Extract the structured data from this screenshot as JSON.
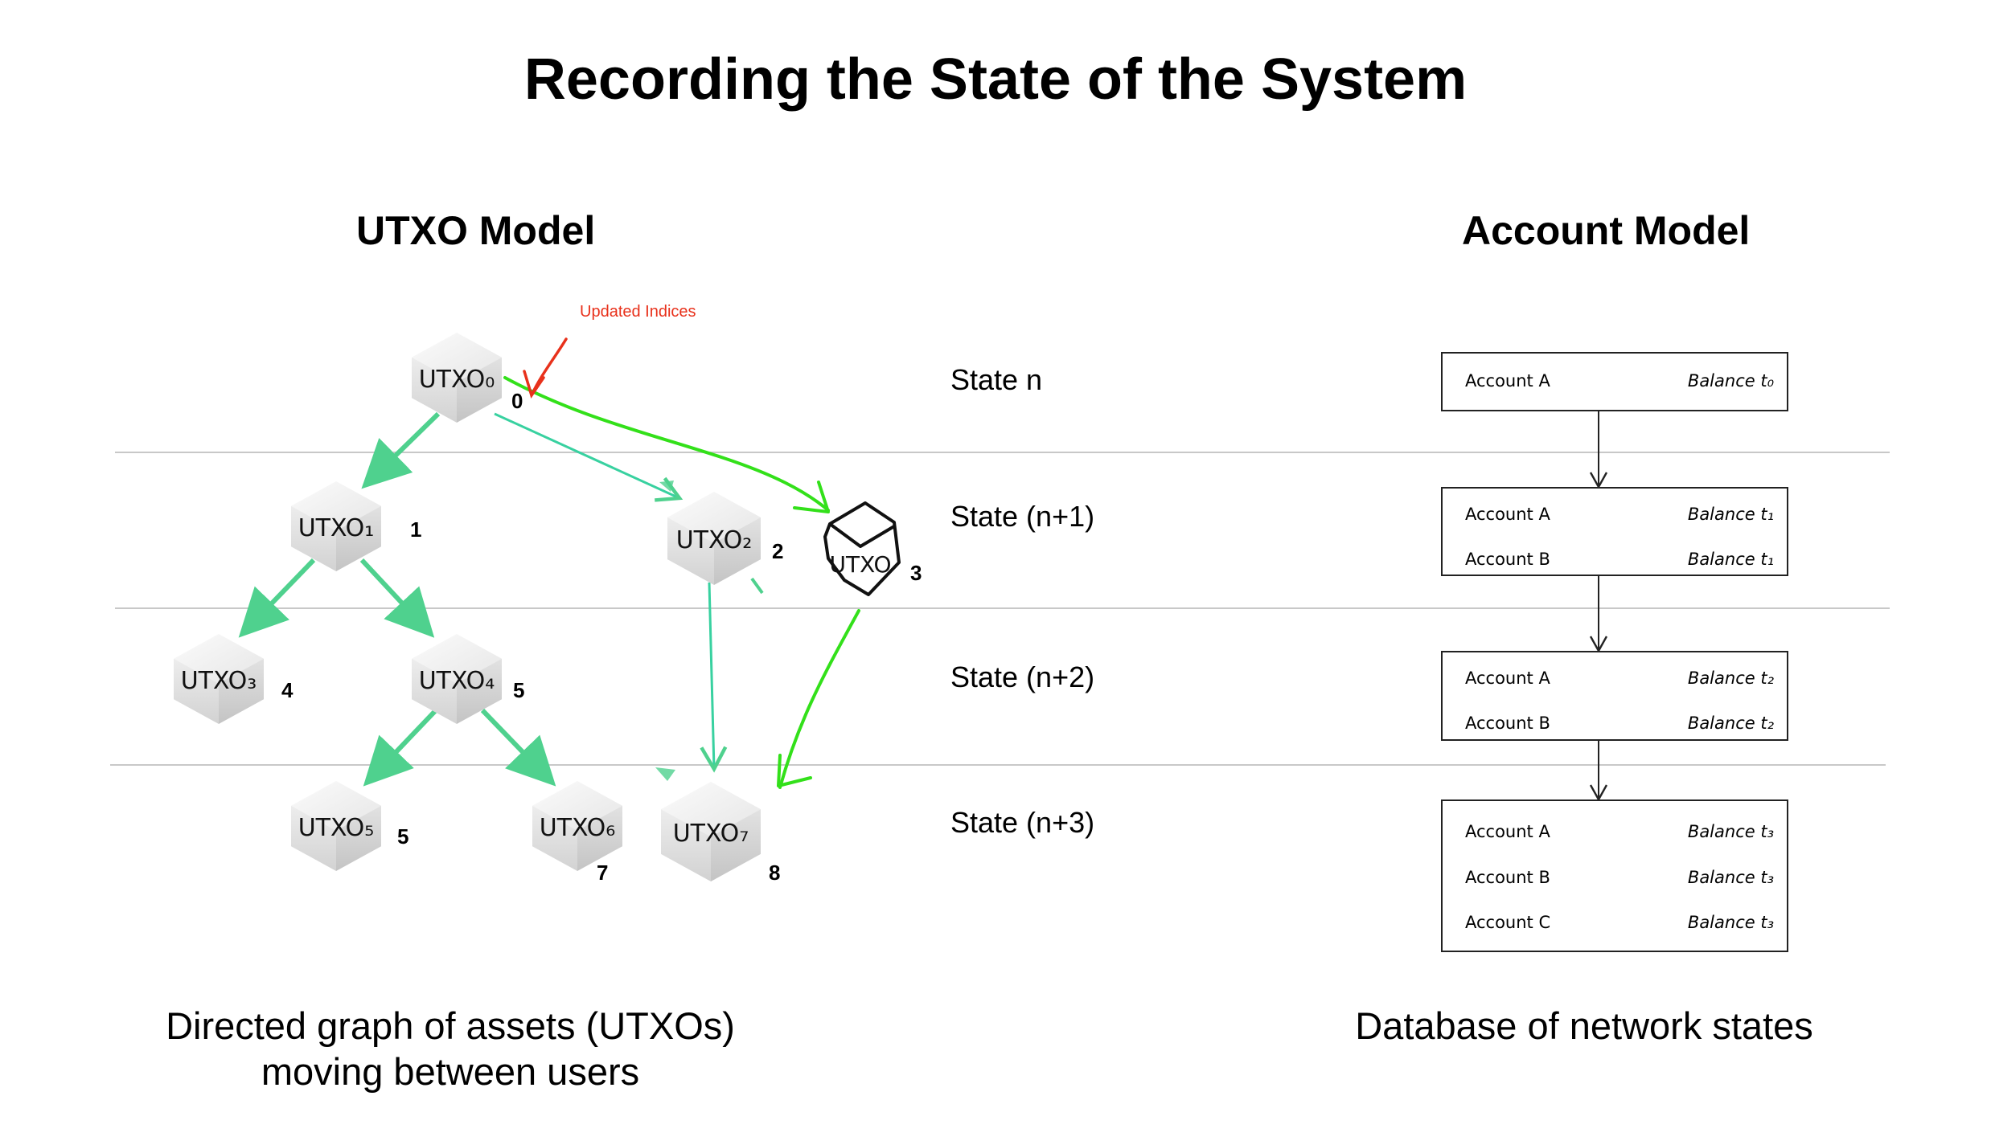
{
  "title": "Recording the State of the System",
  "utxo_model": {
    "heading": "UTXO Model",
    "caption_line1": "Directed graph of assets (UTXOs)",
    "caption_line2": "moving between users",
    "annotation": "Updated Indices",
    "nodes": [
      {
        "label": "UTXO₀",
        "index": "0"
      },
      {
        "label": "UTXO₁",
        "index": "1"
      },
      {
        "label": "UTXO₂",
        "index": "2"
      },
      {
        "label": "UTXO",
        "index": "3"
      },
      {
        "label": "UTXO₃",
        "index": "4"
      },
      {
        "label": "UTXO₄",
        "index": "5"
      },
      {
        "label": "UTXO₅",
        "index": "5"
      },
      {
        "label": "UTXO₆",
        "index": "7"
      },
      {
        "label": "UTXO₇",
        "index": "8"
      }
    ]
  },
  "states": [
    "State n",
    "State (n+1)",
    "State (n+2)",
    "State (n+3)"
  ],
  "account_model": {
    "heading": "Account Model",
    "caption": "Database of network states",
    "boxes": [
      {
        "rows": [
          {
            "account": "Account A",
            "balance": "Balance t₀"
          }
        ]
      },
      {
        "rows": [
          {
            "account": "Account A",
            "balance": "Balance t₁"
          },
          {
            "account": "Account B",
            "balance": "Balance t₁"
          }
        ]
      },
      {
        "rows": [
          {
            "account": "Account A",
            "balance": "Balance t₂"
          },
          {
            "account": "Account B",
            "balance": "Balance t₂"
          }
        ]
      },
      {
        "rows": [
          {
            "account": "Account A",
            "balance": "Balance t₃"
          },
          {
            "account": "Account B",
            "balance": "Balance t₃"
          },
          {
            "account": "Account C",
            "balance": "Balance t₃"
          }
        ]
      }
    ]
  },
  "colors": {
    "teal_arrow": "#4fd18e",
    "green_ink": "#33e01a",
    "red_ink": "#e8311b",
    "divider": "#c8c8c8"
  }
}
